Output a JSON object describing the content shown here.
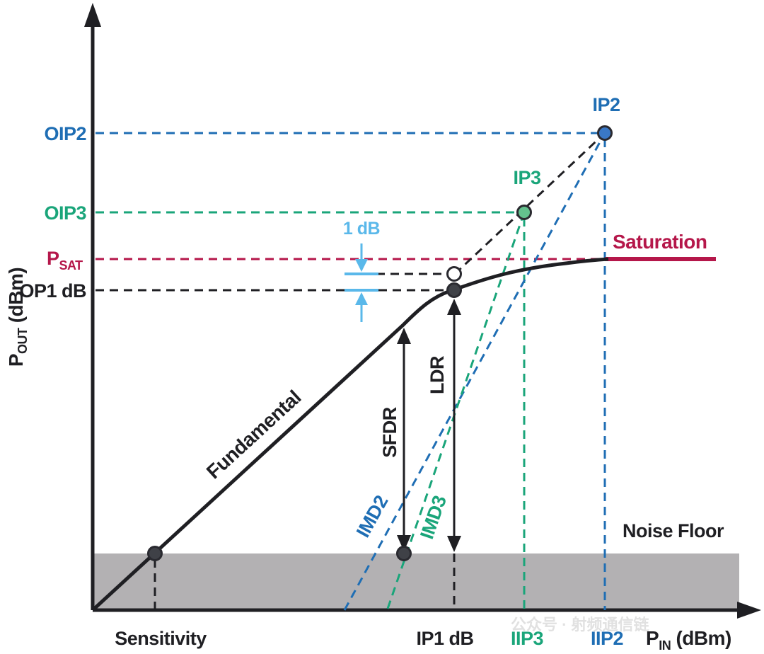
{
  "axes": {
    "y_label_main": "P",
    "y_label_sub": "OUT",
    "y_label_rest": " (dBm)",
    "x_label_main": "P",
    "x_label_sub": "IN",
    "x_label_rest": " (dBm)"
  },
  "y_ticks": {
    "oip2": "OIP2",
    "oip3": "OIP3",
    "psat_main": "P",
    "psat_sub": "SAT",
    "op1db": "OP1 dB"
  },
  "x_ticks": {
    "sensitivity": "Sensitivity",
    "ip1db": "IP1 dB",
    "iip3": "IIP3",
    "iip2": "IIP2"
  },
  "points": {
    "ip2": "IP2",
    "ip3": "IP3"
  },
  "annotations": {
    "saturation": "Saturation",
    "one_db": "1 dB",
    "noise_floor": "Noise Floor",
    "fundamental": "Fundamental",
    "sfdr": "SFDR",
    "ldr": "LDR",
    "imd2": "IMD2",
    "imd3": "IMD3"
  },
  "watermark": "公众号 · 射频通信链",
  "colors": {
    "black": "#1f1f23",
    "blue": "#1f6eb4",
    "green": "#1aa57a",
    "red": "#b5174a",
    "light_blue": "#5ab8ea",
    "noise_floor": "#b3b1b3",
    "ip2_fill": "#3a78c6",
    "ip3_fill": "#64c28e",
    "marker_dark": "#3f4147"
  }
}
